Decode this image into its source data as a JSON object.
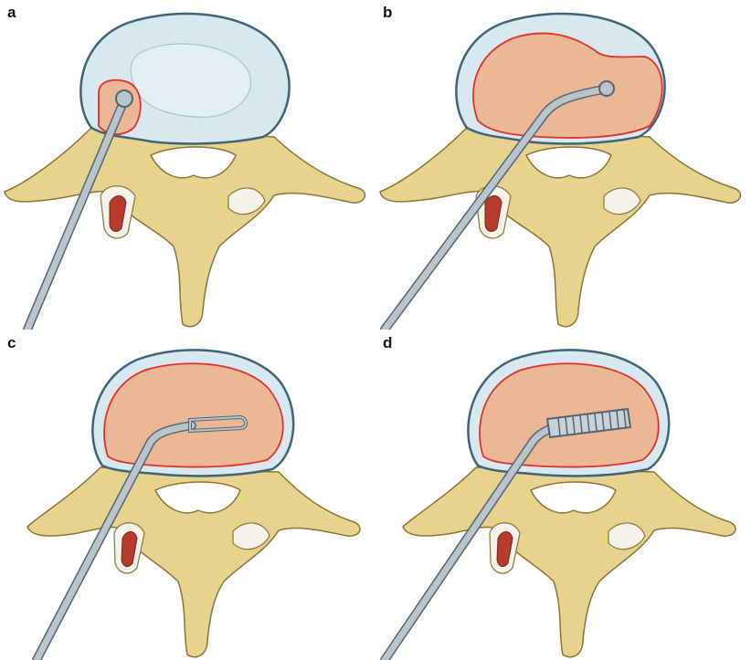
{
  "panels": [
    {
      "label": "a",
      "instrument": "ball-tip-probe",
      "nucleus_fill": "partial"
    },
    {
      "label": "b",
      "instrument": "angled-ball-tip-probe",
      "nucleus_fill": "expanded"
    },
    {
      "label": "c",
      "instrument": "loop-curette",
      "nucleus_fill": "full"
    },
    {
      "label": "d",
      "instrument": "ridged-rasp",
      "nucleus_fill": "full"
    }
  ],
  "colors": {
    "annulus": "#d7e8ef",
    "annulus_rim": "#3f6377",
    "nucleus": "#eab896",
    "nucleus_outline": "#e1302a",
    "bone": "#e6d38d",
    "bone_shadow": "#b39c53",
    "instrument": "#b8c5cc",
    "instrument_dark": "#57646c"
  }
}
